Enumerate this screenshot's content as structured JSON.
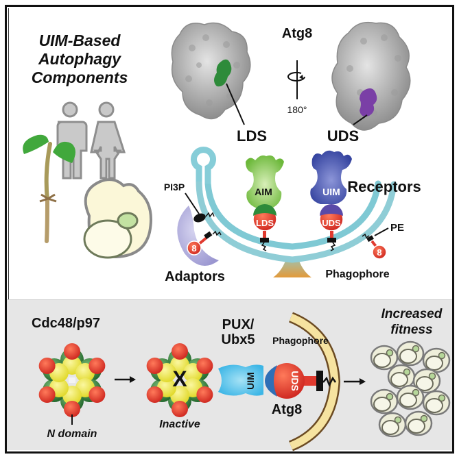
{
  "title": {
    "line1": "UIM-Based",
    "line2": "Autophagy",
    "line3": "Components"
  },
  "structure": {
    "protein": "Atg8",
    "rotation": "180°",
    "site_left": "LDS",
    "site_right": "UDS"
  },
  "organisms": [
    "human-male",
    "human-female",
    "plant-seedling",
    "yeast-cell"
  ],
  "mechanism": {
    "pi3p": "PI3P",
    "aim": "AIM",
    "uim": "UIM",
    "lds": "LDS",
    "uds": "UDS",
    "receptors": "Receptors",
    "adaptors": "Adaptors",
    "pe": "PE",
    "atg8_short_left": "8",
    "atg8_short_right": "8",
    "phagophore": "Phagophore"
  },
  "bottom": {
    "cdc48": "Cdc48/p97",
    "n_domain": "N domain",
    "inactive": "Inactive",
    "inactive_mark": "X",
    "pux_line1": "PUX/",
    "pux_line2": "Ubx5",
    "phagophore": "Phagophore",
    "uim": "UIM",
    "uds": "UDS",
    "atg8": "Atg8",
    "fitness_line1": "Increased",
    "fitness_line2": "fitness"
  },
  "colors": {
    "lds_green": "#2e8b3a",
    "uds_purple": "#7a3fa6",
    "atg8_red": "#e03a2f",
    "aim_green": "#7cc242",
    "uim_blue": "#3f4fb0",
    "membrane_cyan": "#86cdd8",
    "adaptor_lavender": "#a9a6d6",
    "cdc48_yellow": "#ece84a",
    "cdc48_green": "#2f7a3a",
    "ndomain_red": "#e8452c",
    "pux_cyan": "#5cc6ea",
    "phagophore_yellow": "#f6e3a0",
    "panel_gray": "#e6e6e6"
  }
}
